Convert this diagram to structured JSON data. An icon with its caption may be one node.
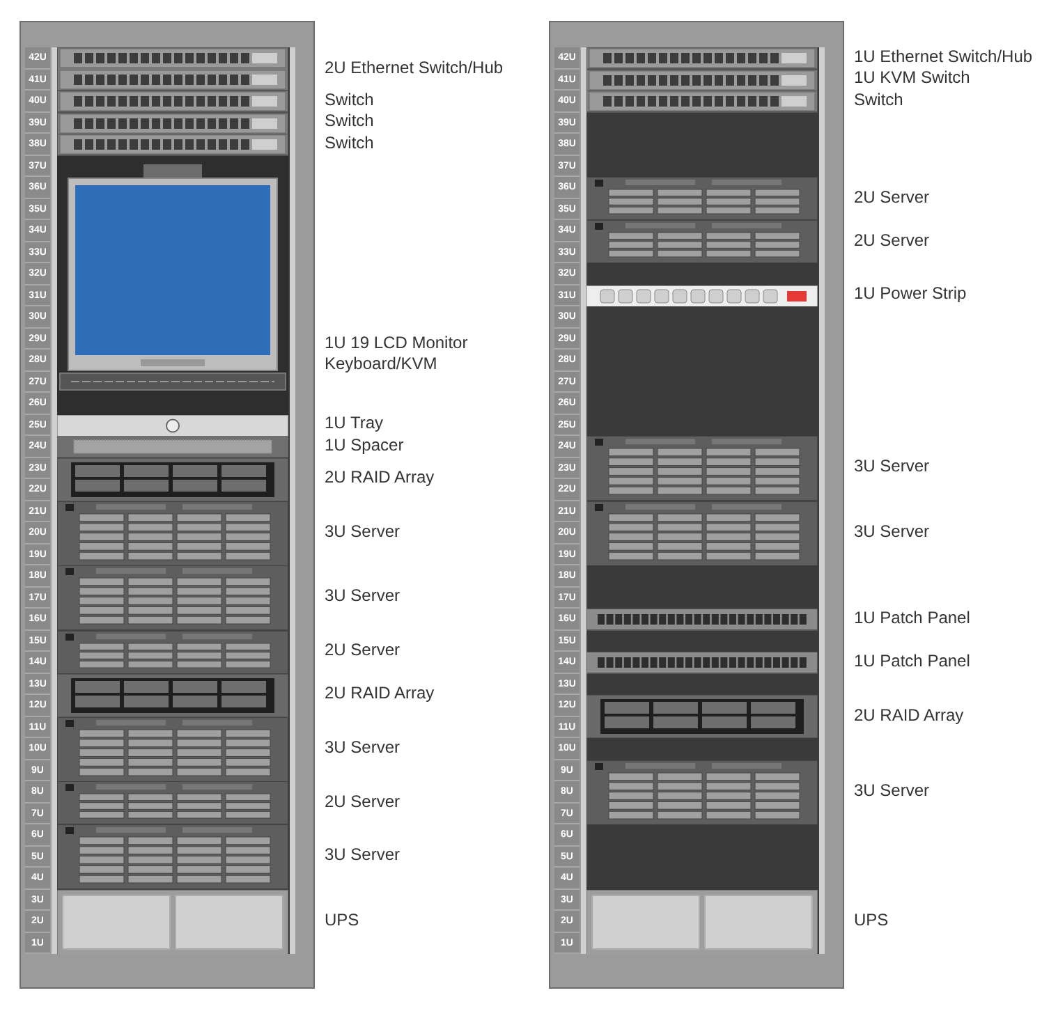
{
  "diagram": {
    "nodes": [
      {
        "text": [],
        "shape": "rack"
      },
      {
        "text": [],
        "shape": "switch",
        "in": 0,
        "beside": [
          "2U Ethernet Switch/Hub"
        ]
      },
      {
        "text": [],
        "shape": "switch",
        "in": 0,
        "beside": [
          "Switch"
        ]
      },
      {
        "text": [],
        "shape": "switch",
        "in": 0,
        "beside": [
          "Switch"
        ]
      },
      {
        "text": [],
        "shape": "switch",
        "in": 0,
        "beside": [
          "Switch"
        ]
      },
      {
        "text": [],
        "shape": "monitor",
        "in": 0,
        "beside": [
          "1U 19 LCD Monitor Keyboard/KVM"
        ]
      },
      {
        "text": [],
        "shape": "tray",
        "in": 0,
        "beside": [
          "1U Tray"
        ]
      },
      {
        "text": [],
        "shape": "spacer",
        "in": 0,
        "beside": [
          "1U Spacer"
        ]
      },
      {
        "text": [],
        "shape": "raid",
        "in": 0,
        "beside": [
          "2U RAID Array"
        ]
      },
      {
        "text": [],
        "shape": "server",
        "in": 0,
        "beside": [
          "3U Server"
        ]
      },
      {
        "text": [],
        "shape": "server",
        "in": 0,
        "beside": [
          "3U Server"
        ]
      },
      {
        "text": [],
        "shape": "server",
        "in": 0,
        "beside": [
          "2U Server"
        ]
      },
      {
        "text": [],
        "shape": "raid",
        "in": 0,
        "beside": [
          "2U RAID Array"
        ]
      },
      {
        "text": [],
        "shape": "server",
        "in": 0,
        "beside": [
          "3U Server"
        ]
      },
      {
        "text": [],
        "shape": "server",
        "in": 0,
        "beside": [
          "2U Server"
        ]
      },
      {
        "text": [],
        "shape": "server",
        "in": 0,
        "beside": [
          "3U Server"
        ]
      },
      {
        "text": [],
        "shape": "ups",
        "in": 0,
        "beside": [
          "UPS"
        ]
      },
      {
        "text": [],
        "shape": "rack"
      },
      {
        "text": [],
        "shape": "switch",
        "in": 17,
        "beside": [
          "1U Ethernet Switch/Hub"
        ]
      },
      {
        "text": [],
        "shape": "switch",
        "in": 17,
        "beside": [
          "1U KVM Switch"
        ]
      },
      {
        "text": [],
        "shape": "switch",
        "in": 17,
        "beside": [
          "Switch"
        ]
      },
      {
        "text": [],
        "shape": "server",
        "in": 17,
        "beside": [
          "2U Server"
        ]
      },
      {
        "text": [],
        "shape": "server",
        "in": 17,
        "beside": [
          "2U Server"
        ]
      },
      {
        "text": [],
        "shape": "strip",
        "in": 17,
        "beside": [
          "1U Power Strip"
        ]
      },
      {
        "text": [],
        "shape": "server",
        "in": 17,
        "beside": [
          "3U Server"
        ]
      },
      {
        "text": [],
        "shape": "server",
        "in": 17,
        "beside": [
          "3U Server"
        ]
      },
      {
        "text": [],
        "shape": "panel",
        "in": 17,
        "beside": [
          "1U Patch Panel"
        ]
      },
      {
        "text": [],
        "shape": "panel",
        "in": 17,
        "beside": [
          "1U Patch Panel"
        ]
      },
      {
        "text": [],
        "shape": "raid",
        "in": 17,
        "beside": [
          "2U RAID Array"
        ]
      },
      {
        "text": [],
        "shape": "server",
        "in": 17,
        "beside": [
          "3U Server"
        ]
      },
      {
        "text": [],
        "shape": "ups",
        "in": 17,
        "beside": [
          "UPS"
        ]
      }
    ],
    "labels": [
      "42U",
      "41U",
      "40U",
      "39U",
      "38U",
      "37U",
      "36U",
      "35U",
      "34U",
      "33U",
      "32U",
      "31U",
      "30U",
      "29U",
      "28U",
      "27U",
      "26U",
      "25U",
      "24U",
      "23U",
      "22U",
      "21U",
      "20U",
      "19U",
      "18U",
      "17U",
      "16U",
      "15U",
      "14U",
      "13U",
      "12U",
      "11U",
      "10U",
      "9U",
      "8U",
      "7U",
      "6U",
      "5U",
      "4U",
      "3U",
      "2U",
      "1U",
      "42U",
      "41U",
      "40U",
      "39U",
      "38U",
      "37U",
      "36U",
      "35U",
      "34U",
      "33U",
      "32U",
      "31U",
      "30U",
      "29U",
      "28U",
      "27U",
      "26U",
      "25U",
      "24U",
      "23U",
      "22U",
      "21U",
      "20U",
      "19U",
      "18U",
      "17U",
      "16U",
      "15U",
      "14U",
      "13U",
      "12U",
      "11U",
      "10U",
      "9U",
      "8U",
      "7U",
      "6U",
      "5U",
      "4U",
      "3U",
      "2U",
      "1U"
    ]
  }
}
